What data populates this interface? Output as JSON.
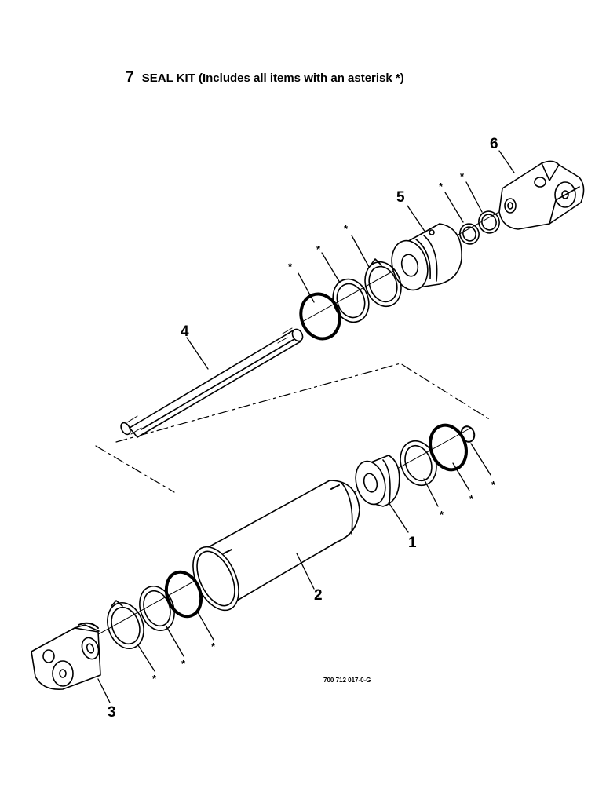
{
  "kit": {
    "item_number": "7",
    "description": "SEAL KIT (Includes all items with an asterisk *)"
  },
  "drawing_number": "700 712 017-0-G",
  "asterisk": "*",
  "callouts": [
    "1",
    "2",
    "3",
    "4",
    "5",
    "6"
  ]
}
